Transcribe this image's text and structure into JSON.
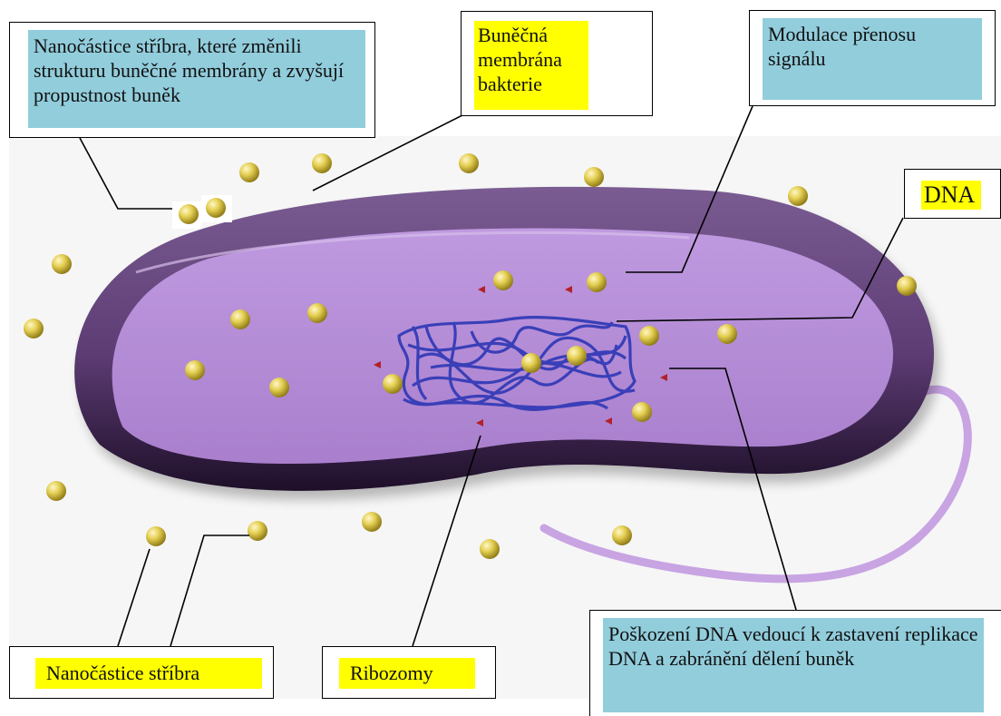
{
  "labels": {
    "silver_membrane": "Nanočástice stříbra, které změnili strukturu buněčné membrány a zvyšují propustnost buněk",
    "cell_membrane": "Buněčná membrána bakterie",
    "signal": "Modulace přenosu signálu",
    "dna": "DNA",
    "dna_damage": "Poškození DNA vedoucí k zastavení replikace DNA a zabránění dělení buněk",
    "nanoparticles": "Nanočástice stříbra",
    "ribosomes": "Ribozomy"
  },
  "colors": {
    "label_blue": "#92cddc",
    "label_yellow": "#ffff00",
    "cell_body": "#b58fd6",
    "cell_rim": "#4a2a5e",
    "dna_strand": "#3a3fb8",
    "nanoparticle": "#d9c23a",
    "ribosome": "#b3202a",
    "flagellum": "#c8a4e3"
  }
}
